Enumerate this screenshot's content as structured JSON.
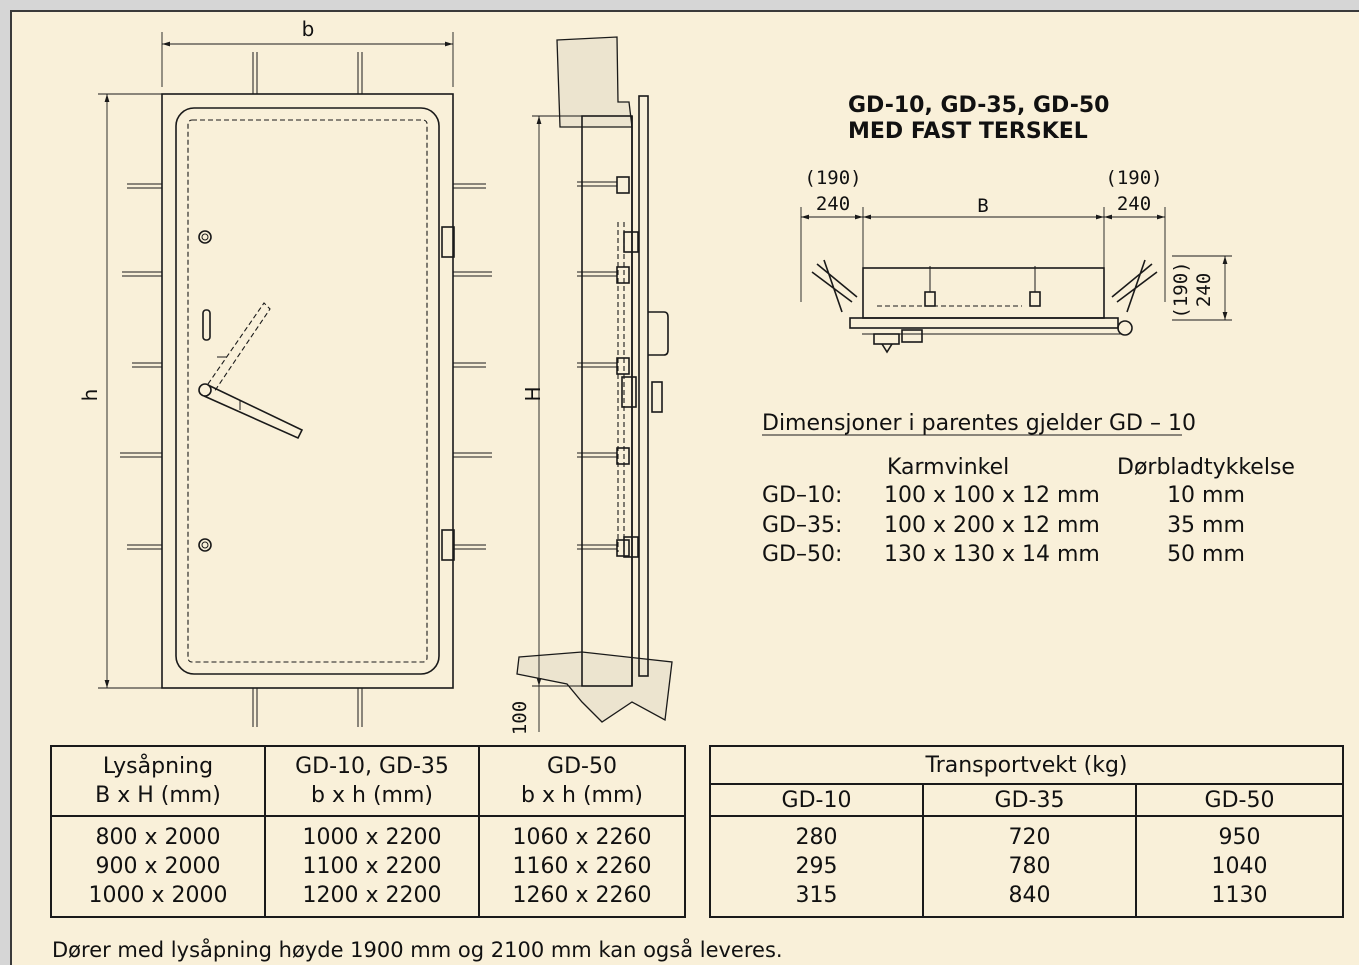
{
  "drawing": {
    "dim_b": "b",
    "dim_h": "h",
    "dim_H": "H",
    "dim_100": "100",
    "dim_190_left": "(190)",
    "dim_240_left": "240",
    "dim_B": "B",
    "dim_190_right": "(190)",
    "dim_240_right": "240",
    "dim_190_vert": "(190)",
    "dim_240_vert": "240"
  },
  "heading": {
    "line1": "GD-10, GD-35, GD-50",
    "line2": "MED FAST TERSKEL"
  },
  "specs": {
    "note": "Dimensjoner i parentes gjelder GD – 10",
    "col_frame": "Karmvinkel",
    "col_thickness": "Dørbladtykkelse",
    "rows": [
      {
        "model": "GD–10:",
        "frame": "100 x 100 x 12 mm",
        "thickness": "10 mm"
      },
      {
        "model": "GD–35:",
        "frame": "100 x 200 x 12 mm",
        "thickness": "35 mm"
      },
      {
        "model": "GD–50:",
        "frame": "130 x 130 x 14 mm",
        "thickness": "50 mm"
      }
    ]
  },
  "dimensions_table": {
    "headers": [
      {
        "line1": "Lysåpning",
        "line2": "B x H (mm)"
      },
      {
        "line1": "GD-10, GD-35",
        "line2": "b x h (mm)"
      },
      {
        "line1": "GD-50",
        "line2": "b x h (mm)"
      }
    ],
    "columns": [
      [
        "800 x 2000",
        "900 x 2000",
        "1000 x 2000"
      ],
      [
        "1000 x 2200",
        "1100 x 2200",
        "1200 x 2200"
      ],
      [
        "1060 x 2260",
        "1160 x 2260",
        "1260 x 2260"
      ]
    ]
  },
  "weight_table": {
    "title": "Transportvekt (kg)",
    "headers": [
      "GD-10",
      "GD-35",
      "GD-50"
    ],
    "columns": [
      [
        "280",
        "295",
        "315"
      ],
      [
        "720",
        "780",
        "840"
      ],
      [
        "950",
        "1040",
        "1130"
      ]
    ]
  },
  "footer": "Dører med lysåpning høyde 1900 mm og 2100 mm kan også leveres."
}
